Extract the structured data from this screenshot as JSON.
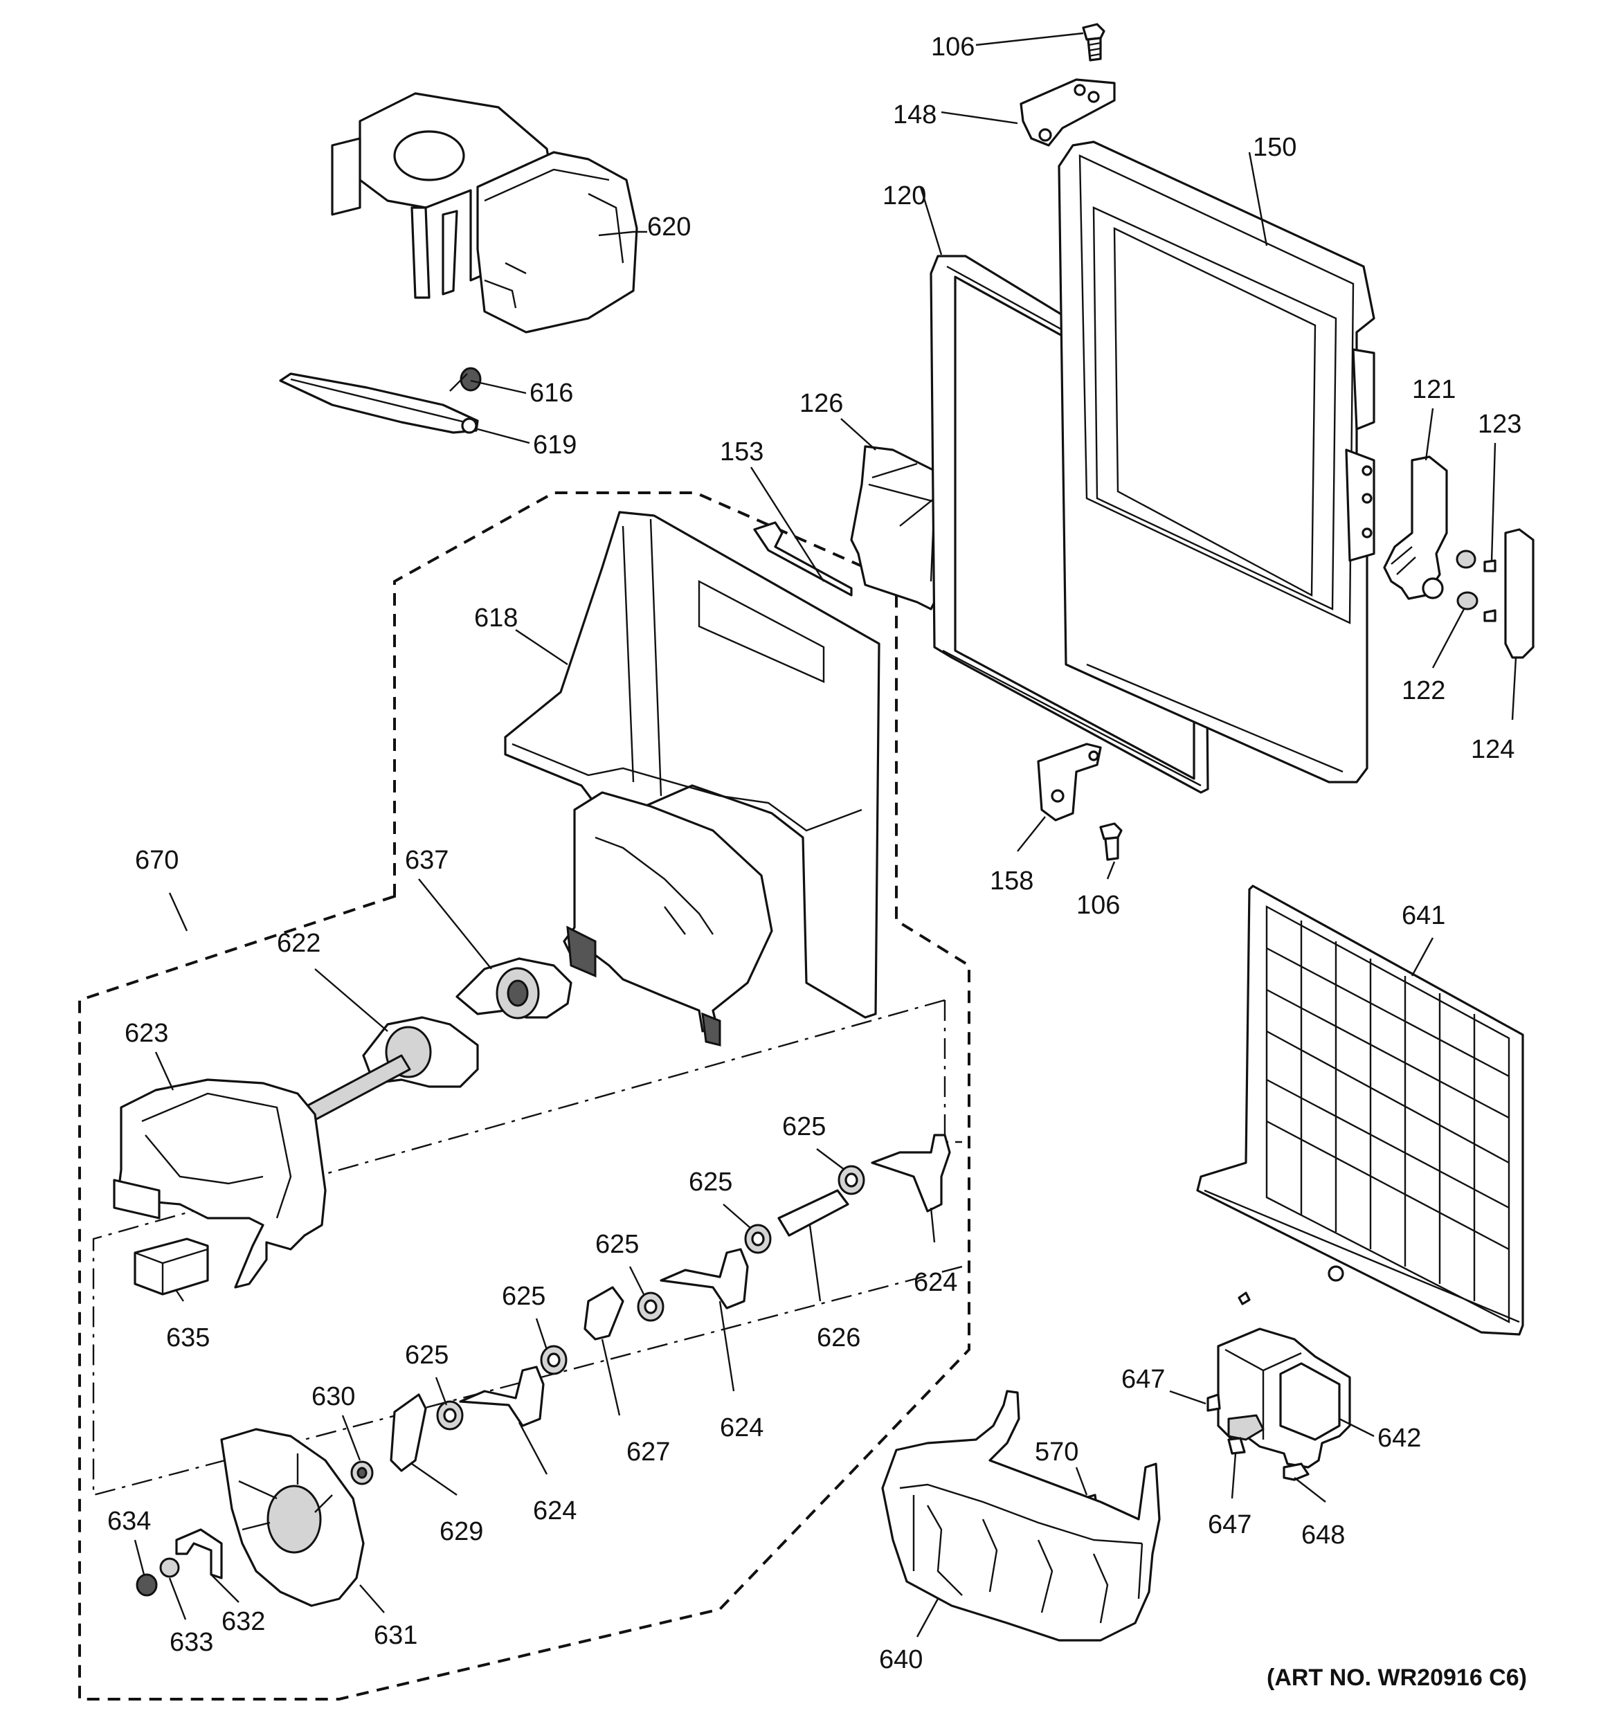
{
  "labels": {
    "p106a": "106",
    "p148": "148",
    "p150": "150",
    "p120": "120",
    "p620": "620",
    "p616": "616",
    "p619": "619",
    "p126": "126",
    "p153": "153",
    "p121": "121",
    "p123": "123",
    "p618": "618",
    "p122": "122",
    "p124": "124",
    "p158": "158",
    "p106b": "106",
    "p670": "670",
    "p637": "637",
    "p622": "622",
    "p641": "641",
    "p623": "623",
    "p625a": "625",
    "p625b": "625",
    "p625c": "625",
    "p625d": "625",
    "p625e": "625",
    "p624a": "624",
    "p624b": "624",
    "p624c": "624",
    "p626": "626",
    "p627": "627",
    "p635": "635",
    "p630": "630",
    "p629": "629",
    "p647a": "647",
    "p642": "642",
    "p570": "570",
    "p647b": "647",
    "p648": "648",
    "p634": "634",
    "p633": "633",
    "p632": "632",
    "p631": "631",
    "p640": "640"
  },
  "art_no": "(ART NO. WR20916 C6)"
}
